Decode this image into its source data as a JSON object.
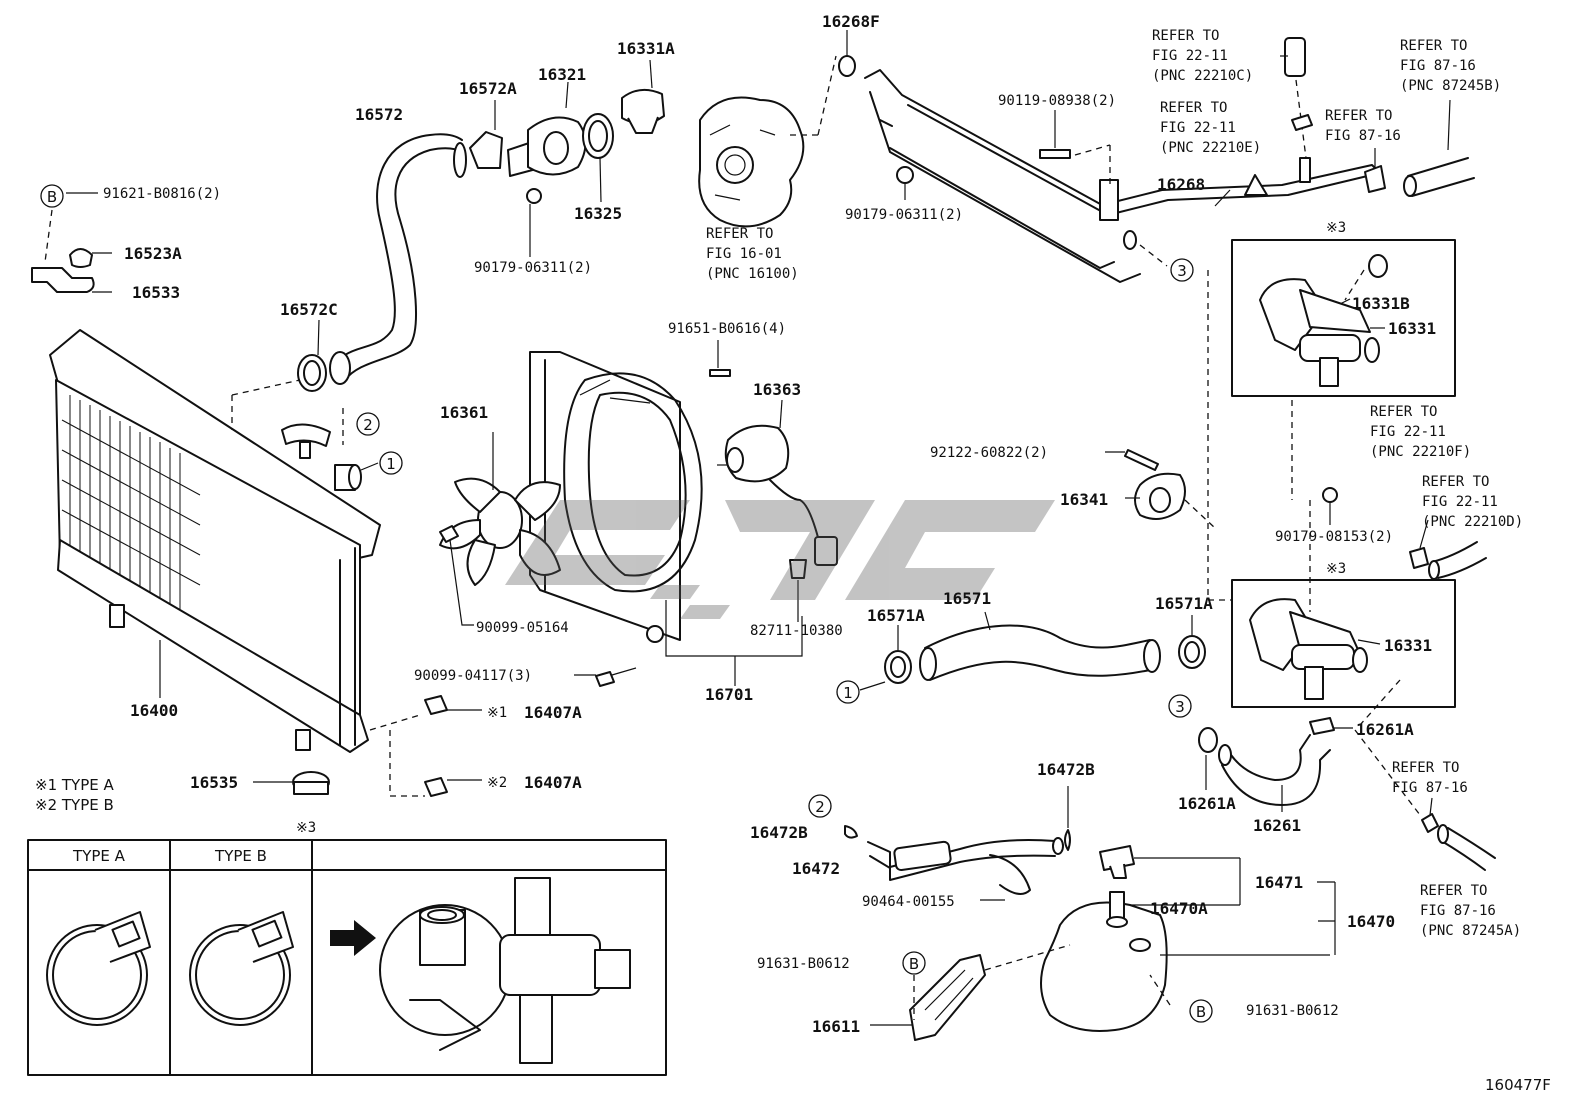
{
  "labels": {
    "p16572": "16572",
    "p16572a": "16572A",
    "p16321": "16321",
    "p16331a": "16331A",
    "p16325": "16325",
    "p9017906311_top": "90179-06311(2)",
    "p16268f": "16268F",
    "refer_16100": [
      "REFER TO",
      "FIG 16-01",
      "(PNC 16100)"
    ],
    "refer_22210c": [
      "REFER TO",
      "FIG 22-11",
      "(PNC 22210C)"
    ],
    "refer_22210e": [
      "REFER TO",
      "FIG 22-11",
      "(PNC 22210E)"
    ],
    "refer_8716_top": [
      "REFER TO",
      "FIG 87-16"
    ],
    "refer_87245b": [
      "REFER TO",
      "FIG 87-16",
      "(PNC 87245B)"
    ],
    "p9011908938": "90119-08938(2)",
    "p9017906311_mid": "90179-06311(2)",
    "p16268": "16268",
    "p9162108816": "91621-B0816(2)",
    "p16523a": "16523A",
    "p16533": "16533",
    "p16572c": "16572C",
    "p9165106016": "91651-B0616(4)",
    "p16363": "16363",
    "p16361": "16361",
    "p9212260822": "92122-60822(2)",
    "p16341": "16341",
    "p16331b": "16331B",
    "p16331_top": "16331",
    "p16331_bot": "16331",
    "refer_22210f": [
      "REFER TO",
      "FIG 22-11",
      "(PNC 22210F)"
    ],
    "refer_22210d": [
      "REFER TO",
      "FIG 22-11",
      "(PNC 22210D)"
    ],
    "p9017908153": "90179-08153(2)",
    "p9009905164": "90099-05164",
    "p8271110380": "82711-10380",
    "p16571a_left": "16571A",
    "p16571": "16571",
    "p16571a_right": "16571A",
    "p9009904117": "90099-04117(3)",
    "p16701": "16701",
    "p16400": "16400",
    "p16407a_1": "16407A",
    "p16407a_2": "16407A",
    "mark1": "※1",
    "mark2": "※2",
    "p16535": "16535",
    "p16261a_right": "16261A",
    "p16261a_left": "16261A",
    "p16261": "16261",
    "refer_8716_bot": [
      "REFER TO",
      "FIG 87-16"
    ],
    "refer_87245a": [
      "REFER TO",
      "FIG 87-16",
      "(PNC 87245A)"
    ],
    "p16472b_top": "16472B",
    "p16472b_left": "16472B",
    "p16472": "16472",
    "p9046400155": "90464-00155",
    "p16471": "16471",
    "p16470a": "16470A",
    "p16470": "16470",
    "p9163108612_left": "91631-B0612",
    "p9163108612_right": "91631-B0612",
    "p16611": "16611",
    "figure_no": "160477F",
    "note3_top": "※3",
    "note3_mid": "※3",
    "note3_table": "※3"
  },
  "legend": {
    "type_a": "※1  TYPE A",
    "type_b": "※2  TYPE B"
  },
  "table": {
    "col_a": "TYPE A",
    "col_b": "TYPE B"
  },
  "circles": {
    "c1": "1",
    "c2": "2",
    "c3": "3",
    "cb": "B"
  }
}
